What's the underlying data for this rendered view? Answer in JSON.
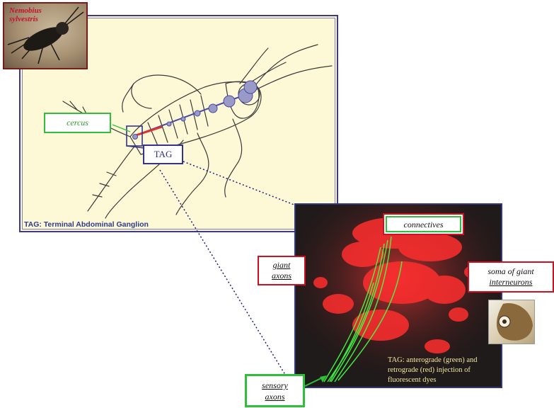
{
  "photo": {
    "species_line1": "Nemobius",
    "species_line2": "sylvestris"
  },
  "labels": {
    "cercus": "cercus",
    "tag": "TAG",
    "tag_caption": "TAG: Terminal Abdominal Ganglion",
    "connectives": "connectives",
    "giant_axons_line1": "giant",
    "giant_axons_line2": "axons",
    "soma_line1": "soma of giant",
    "soma_line2": "interneurons",
    "sensory_line1": "sensory",
    "sensory_line2": "axons",
    "dye_caption_line1": "TAG: anterograde (green) and",
    "dye_caption_line2": "retrograde (red) injection of",
    "dye_caption_line3": "fluorescent dyes"
  },
  "colors": {
    "panel_bg": "#fdf9d6",
    "panel_border": "#3b3b8a",
    "green_label": "#2fbf3a",
    "red_label": "#d01020",
    "tag_blue": "#34348a"
  }
}
